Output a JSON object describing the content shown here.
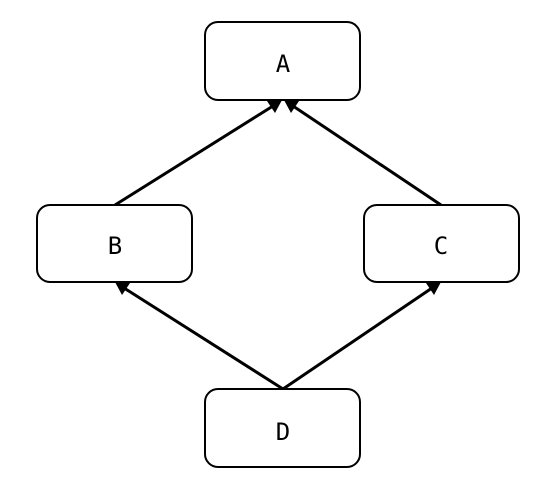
{
  "diagram": {
    "type": "directed-graph",
    "line_color": "#000000",
    "node_fill": "#ffffff",
    "nodes": [
      {
        "id": "A",
        "label": "A"
      },
      {
        "id": "B",
        "label": "B"
      },
      {
        "id": "C",
        "label": "C"
      },
      {
        "id": "D",
        "label": "D"
      }
    ],
    "edges": [
      {
        "from": "B",
        "to": "A"
      },
      {
        "from": "C",
        "to": "A"
      },
      {
        "from": "D",
        "to": "B"
      },
      {
        "from": "D",
        "to": "C"
      }
    ]
  }
}
